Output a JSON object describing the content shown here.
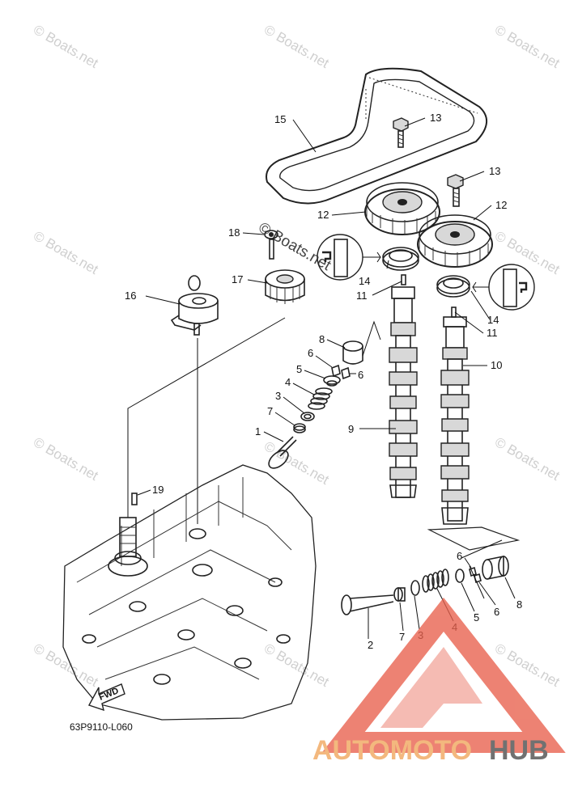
{
  "diagram_code": "63P9110-L060",
  "direction_label": "FWD",
  "watermark": "© Boats.net",
  "logo": {
    "part1": "AUTOMOTO",
    "part2": "HUB"
  },
  "callouts": {
    "c1": "1",
    "c2": "2",
    "c3a": "3",
    "c3b": "3",
    "c4a": "4",
    "c4b": "4",
    "c5a": "5",
    "c5b": "5",
    "c6a": "6",
    "c6b": "6",
    "c6c": "6",
    "c6d": "6",
    "c7a": "7",
    "c7b": "7",
    "c8a": "8",
    "c8b": "8",
    "c9": "9",
    "c10": "10",
    "c11a": "11",
    "c11b": "11",
    "c12a": "12",
    "c12b": "12",
    "c13a": "13",
    "c13b": "13",
    "c14a": "14",
    "c14b": "14",
    "c15": "15",
    "c16": "16",
    "c17": "17",
    "c18": "18",
    "c19": "19"
  },
  "colors": {
    "logo_orange": "#f0a55a",
    "logo_grey": "#4a4a4a",
    "logo_red": "#e8604c",
    "watermark": "#cfcfcf"
  }
}
